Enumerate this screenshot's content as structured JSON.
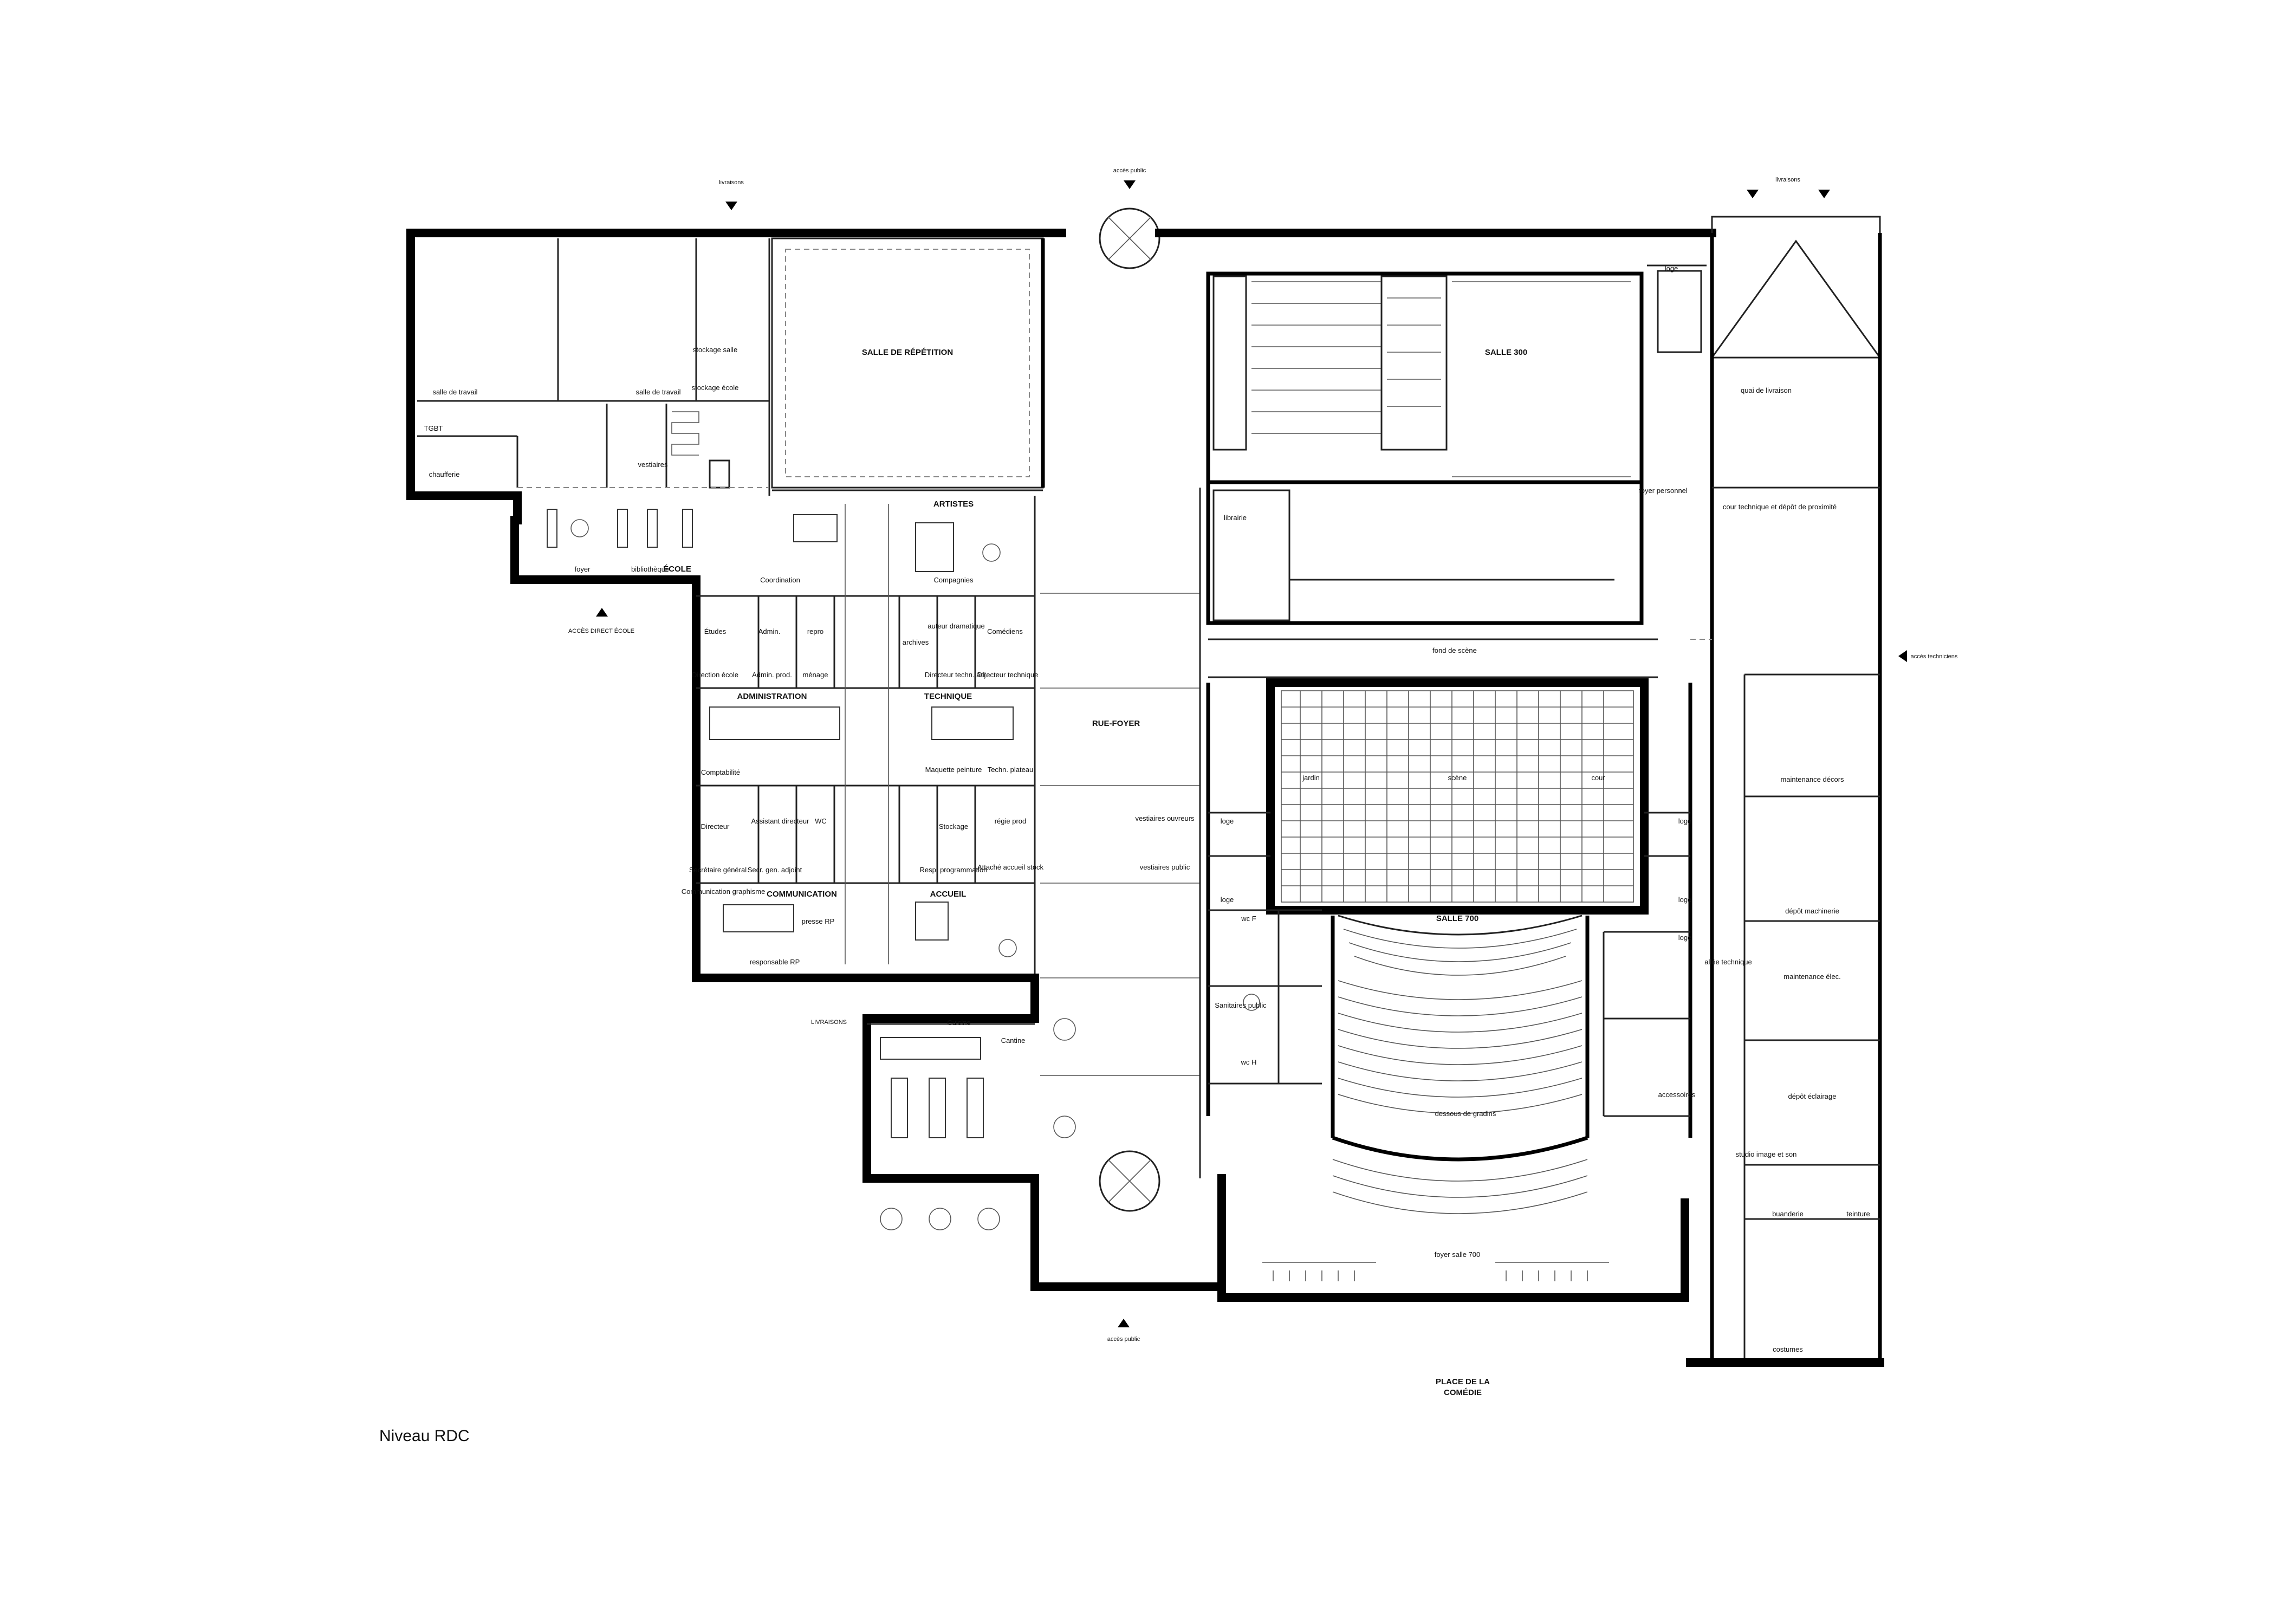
{
  "caption": "Niveau RDC",
  "access": {
    "livraisons_top_left": "livraisons",
    "livraisons_top_right": "livraisons",
    "acces_public_top": "accès public",
    "acces_public_bottom": "accès public",
    "acces_direct_ecole": "ACCÈS DIRECT ÉCOLE",
    "acces_techniciens": "accès techniciens",
    "livraisons_side": "LIVRAISONS"
  },
  "zones": {
    "salle_repetition": "SALLE DE RÉPÉTITION",
    "salle_300": "SALLE 300",
    "salle_700": "SALLE 700",
    "rue_foyer": "RUE-FOYER",
    "ecole": "ÉCOLE",
    "artistes": "ARTISTES",
    "administration": "ADMINISTRATION",
    "technique": "TECHNIQUE",
    "communication": "COMMUNICATION",
    "accueil": "ACCUEIL",
    "place_line1": "PLACE DE LA",
    "place_line2": "COMÉDIE"
  },
  "rooms": {
    "salle_travail_1": "salle de travail",
    "salle_travail_2": "salle de travail",
    "tgbt": "TGBT",
    "chaufferie": "chaufferie",
    "stockage_salle": "stockage salle",
    "stockage_ecole": "stockage école",
    "vestiaires": "vestiaires",
    "foyer": "foyer",
    "bibliotheque": "bibliothèque",
    "coordination": "Coordination",
    "compagnies": "Compagnies",
    "etudes": "Études",
    "admin_1": "Admin.",
    "repro": "repro",
    "archives": "archives",
    "auteur": "auteur dramatique",
    "comediens": "Comédiens",
    "direction_ecole": "Direction école",
    "admin_prod": "Admin. prod.",
    "menage": "ménage",
    "directeur_techn_adj": "Directeur techn. adj.",
    "directeur_technique": "Directeur technique",
    "comptabilite": "Comptabilité",
    "maquette": "Maquette peinture",
    "techn_plateau": "Techn. plateau",
    "directeur": "Directeur",
    "assistant_directeur": "Assistant directeur",
    "wc": "WC",
    "stockage": "Stockage",
    "regie_prod": "régie prod",
    "secretaire": "Secrétaire général",
    "secr_gen_adj": "Secr. gen. adjoint",
    "resp_programmation": "Resp. programmation",
    "attache_accueil": "Attaché accueil stock",
    "communication_graphisme": "Communication graphisme",
    "presse_rp": "presse RP",
    "responsable_rp": "responsable RP",
    "cuisine": "Cuisine",
    "cantine": "Cantine",
    "loge_1": "loge",
    "foyer_personnel": "foyer personnel",
    "librairie": "librairie",
    "quai_livraison": "quai de livraison",
    "cour_technique": "cour technique et dépôt de proximité",
    "fond_scene": "fond de scène",
    "jardin": "jardin",
    "scene": "scène",
    "cour": "cour",
    "vestiaires_ouvreurs": "vestiaires ouvreurs",
    "vestiaires_public": "vestiaires public",
    "loge_2": "loge",
    "loge_3": "loge",
    "loge_4": "loge",
    "loge_5": "loge",
    "loge_6": "loge",
    "wc_f": "wc F",
    "wc_h": "wc H",
    "sanitaires_public": "Sanitaires public",
    "allee_technique": "allée technique",
    "accessoires": "accessoires",
    "dessous_gradins": "dessous de gradins",
    "foyer_salle_700": "foyer salle 700",
    "maintenance_decors": "maintenance décors",
    "depot_machinerie": "dépôt machinerie",
    "maintenance_elec": "maintenance élec.",
    "depot_eclairage": "dépôt éclairage",
    "studio_image": "studio image et son",
    "buanderie": "buanderie",
    "teinture": "teinture",
    "costumes": "costumes"
  }
}
